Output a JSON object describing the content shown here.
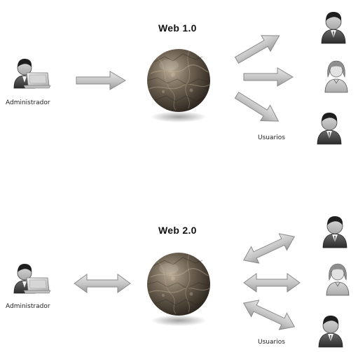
{
  "diagram": {
    "web1": {
      "title": "Web 1.0",
      "admin_label": "Administrador",
      "users_label": "Usuarios"
    },
    "web2": {
      "title": "Web 2.0",
      "admin_label": "Administrador",
      "users_label": "Usuarios"
    }
  },
  "icons": {
    "admin": "admin-laptop-icon",
    "globe": "globe-icon",
    "user_male": "user-male-icon",
    "user_female": "user-female-icon",
    "one_way_arrow": "arrow-right-icon",
    "two_way_arrow": "double-arrow-icon"
  },
  "colors": {
    "arrow_fill": "#c9c9c9",
    "arrow_stroke": "#8a8a8a",
    "globe_dark": "#3a3128",
    "globe_light": "#9a8b78"
  }
}
